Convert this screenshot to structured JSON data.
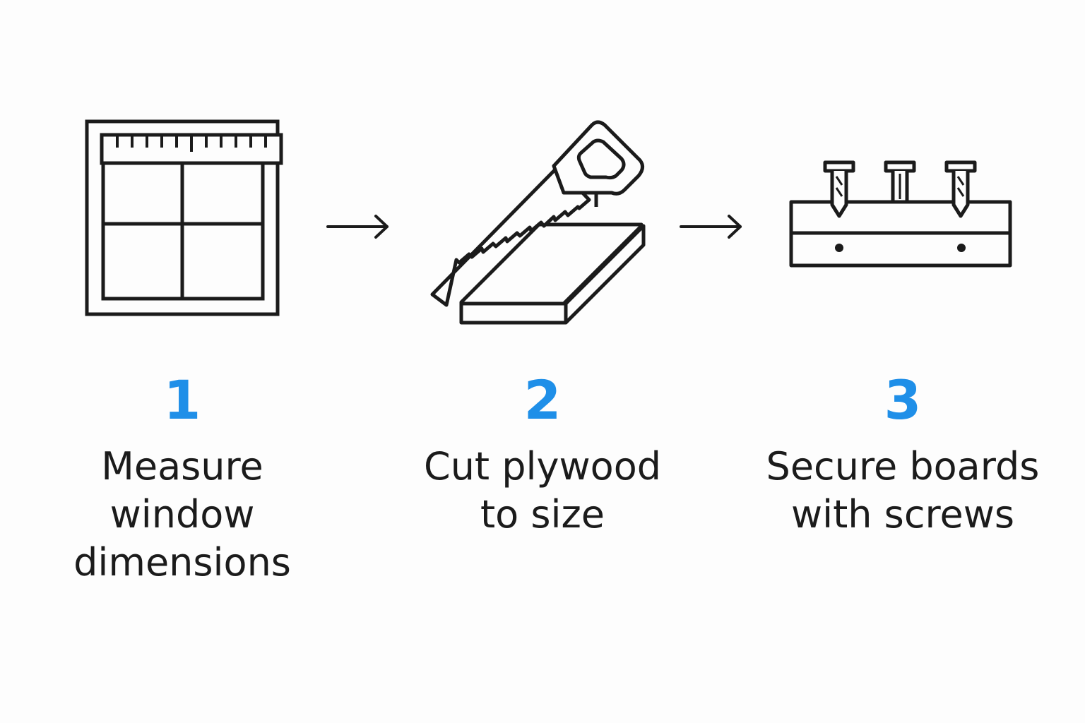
{
  "steps": [
    {
      "number": "1",
      "label": "Measure\nwindow\ndimensions",
      "icon": "window-with-ruler-icon"
    },
    {
      "number": "2",
      "label": "Cut plywood\nto size",
      "icon": "saw-cutting-board-icon"
    },
    {
      "number": "3",
      "label": "Secure boards\nwith screws",
      "icon": "screws-in-board-icon"
    }
  ],
  "colors": {
    "accent": "#1f8fe8",
    "text": "#1b1b1b",
    "stroke": "#1b1b1b",
    "background": "#fdfdfd"
  }
}
